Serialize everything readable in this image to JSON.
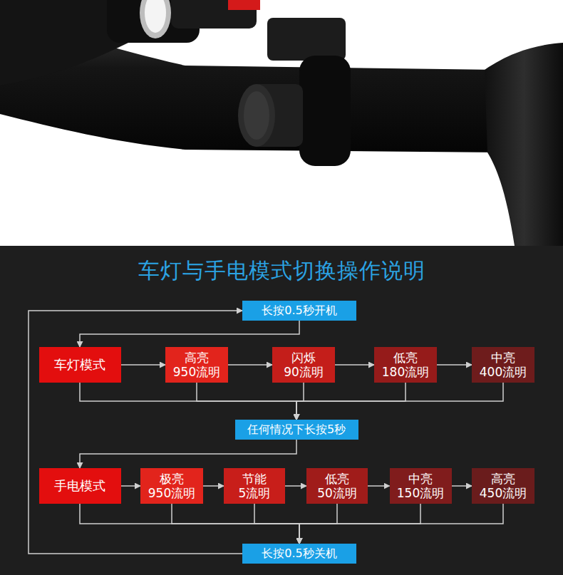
{
  "diagram": {
    "title": "车灯与手电模式切换操作说明",
    "nodes": [
      {
        "text": [
          "长按0.5秒开机"
        ]
      },
      {
        "text": [
          "车灯模式"
        ]
      },
      {
        "text": [
          "高亮",
          "950流明"
        ]
      },
      {
        "text": [
          "闪烁",
          "90流明"
        ]
      },
      {
        "text": [
          "低亮",
          "180流明"
        ]
      },
      {
        "text": [
          "中亮",
          "400流明"
        ]
      },
      {
        "text": [
          "任何情况下长按5秒"
        ]
      },
      {
        "text": [
          "手电模式"
        ]
      },
      {
        "text": [
          "极亮",
          "950流明"
        ]
      },
      {
        "text": [
          "节能",
          "5流明"
        ]
      },
      {
        "text": [
          "低亮",
          "50流明"
        ]
      },
      {
        "text": [
          "中亮",
          "150流明"
        ]
      },
      {
        "text": [
          "高亮",
          "450流明"
        ]
      },
      {
        "text": [
          "长按0.5秒关机"
        ]
      }
    ],
    "edges": [
      {
        "from": 0,
        "to": 1,
        "arrow": "to"
      },
      {
        "from": 1,
        "to": 2,
        "arrow": "to"
      },
      {
        "from": 2,
        "to": 3,
        "arrow": "to"
      },
      {
        "from": 3,
        "to": 4,
        "arrow": "to"
      },
      {
        "from": 4,
        "to": 5,
        "arrow": "to"
      },
      {
        "from": 1,
        "to": 6,
        "arrow": "to"
      },
      {
        "from": 2,
        "to": 6,
        "arrow": "to"
      },
      {
        "from": 3,
        "to": 6,
        "arrow": "to"
      },
      {
        "from": 4,
        "to": 6,
        "arrow": "to"
      },
      {
        "from": 5,
        "to": 6,
        "arrow": "to"
      },
      {
        "from": 6,
        "to": 7,
        "arrow": "to"
      },
      {
        "from": 7,
        "to": 8,
        "arrow": "to"
      },
      {
        "from": 8,
        "to": 9,
        "arrow": "to"
      },
      {
        "from": 9,
        "to": 10,
        "arrow": "to"
      },
      {
        "from": 10,
        "to": 11,
        "arrow": "to"
      },
      {
        "from": 11,
        "to": 12,
        "arrow": "to"
      },
      {
        "from": 7,
        "to": 13,
        "arrow": "to"
      },
      {
        "from": 8,
        "to": 13,
        "arrow": "to"
      },
      {
        "from": 9,
        "to": 13,
        "arrow": "to"
      },
      {
        "from": 10,
        "to": 13,
        "arrow": "to"
      },
      {
        "from": 11,
        "to": 13,
        "arrow": "to"
      },
      {
        "from": 12,
        "to": 13,
        "arrow": "to"
      },
      {
        "from": 13,
        "to": 0,
        "arrow": "to"
      }
    ]
  }
}
